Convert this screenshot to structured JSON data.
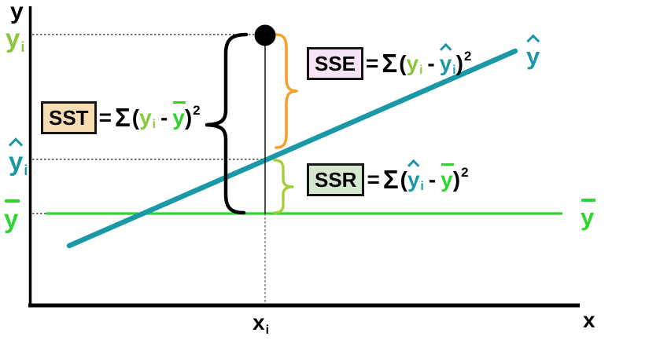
{
  "colors": {
    "teal": "#1A98A6",
    "green": "#2FD42F",
    "yellow_green": "#8CC63C",
    "orange": "#F5A02C",
    "brace_green": "#A5CE3A",
    "sst_fill": "#F6DCB2",
    "sse_fill": "#F6E4F6",
    "ssr_fill": "#D4E7CF",
    "ink": "#000000"
  },
  "axes": {
    "y_label": "y",
    "x_label": "x",
    "x_tick": {
      "base": "x",
      "sub": "i"
    }
  },
  "ticks": {
    "yi": {
      "base": "y",
      "sub": "i"
    },
    "yhat_i": {
      "base": "y",
      "sub": "i"
    },
    "ybar": {
      "base": "y"
    }
  },
  "line_labels": {
    "regression": {
      "base": "y"
    },
    "mean": {
      "base": "y"
    }
  },
  "formulas": {
    "sst": {
      "box": "SST",
      "eq": "=",
      "sigma": "Σ",
      "open": "(",
      "t1": "y",
      "t1_sub": "i",
      "minus": "-",
      "t2": "y",
      "close": ")",
      "power": "2"
    },
    "sse": {
      "box": "SSE",
      "eq": "=",
      "sigma": "Σ",
      "open": "(",
      "t1": "y",
      "t1_sub": "i",
      "minus": "-",
      "t2": "y",
      "t2_sub": "i",
      "close": ")",
      "power": "2"
    },
    "ssr": {
      "box": "SSR",
      "eq": "=",
      "sigma": "Σ",
      "open": "(",
      "t1": "y",
      "t1_sub": "i",
      "minus": "-",
      "t2": "y",
      "close": ")",
      "power": "2"
    }
  }
}
